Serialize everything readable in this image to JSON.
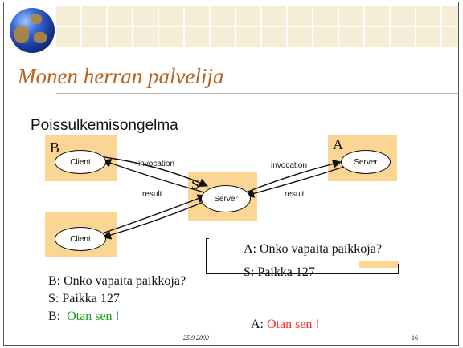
{
  "slide": {
    "title": "Monen herran palvelija",
    "subtitle": "Poissulkemisongelma",
    "date": "25.9.2002",
    "page_number": "16"
  },
  "diagram": {
    "client_b": {
      "letter": "B",
      "label": "Client"
    },
    "client_c": {
      "label": "Client"
    },
    "server_s": {
      "letter": "S",
      "label": "Server"
    },
    "server_a": {
      "letter": "A",
      "label": "Server"
    },
    "edge_labels": {
      "left_invocation": "invocation",
      "left_result": "result",
      "right_invocation": "invocation",
      "right_result": "result"
    },
    "colors": {
      "box_fill": "#fbd593",
      "title": "#b8621f",
      "red": "#ff2a2a",
      "green": "#1a9a1a"
    }
  },
  "dialogue": {
    "b_line": "B: Onko vapaita paikkoja?",
    "s_line": "S:  Paikka 127",
    "b_prefix": "B:",
    "b_reply": "Otan sen !",
    "a_line": "A: Onko vapaita paikkoja?",
    "a_s_line": "S: Paikka 127",
    "a_prefix": "A:",
    "a_reply": "Otan sen !"
  }
}
